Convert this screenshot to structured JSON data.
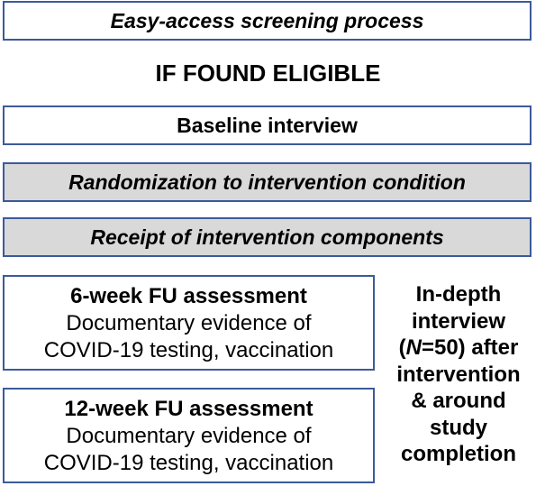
{
  "steps": {
    "screening": "Easy-access screening process",
    "eligibility": "IF FOUND ELIGIBLE",
    "baseline": "Baseline interview",
    "randomization": "Randomization to intervention condition",
    "receipt": "Receipt of intervention components"
  },
  "followups": [
    {
      "title": "6-week FU assessment",
      "line1": "Documentary evidence of",
      "line2": "COVID-19 testing, vaccination"
    },
    {
      "title": "12-week FU assessment",
      "line1": "Documentary evidence of",
      "line2": "COVID-19 testing, vaccination"
    }
  ],
  "interview_note": {
    "line1": "In-depth",
    "line2": "interview",
    "line3_open": "(",
    "line3_n": "N",
    "line3_rest": "=50) after",
    "line4": "intervention",
    "line5": "& around",
    "line6": "study",
    "line7": "completion"
  },
  "colors": {
    "border": "#3c5a9a",
    "shaded_fill": "#d9d9d9"
  }
}
